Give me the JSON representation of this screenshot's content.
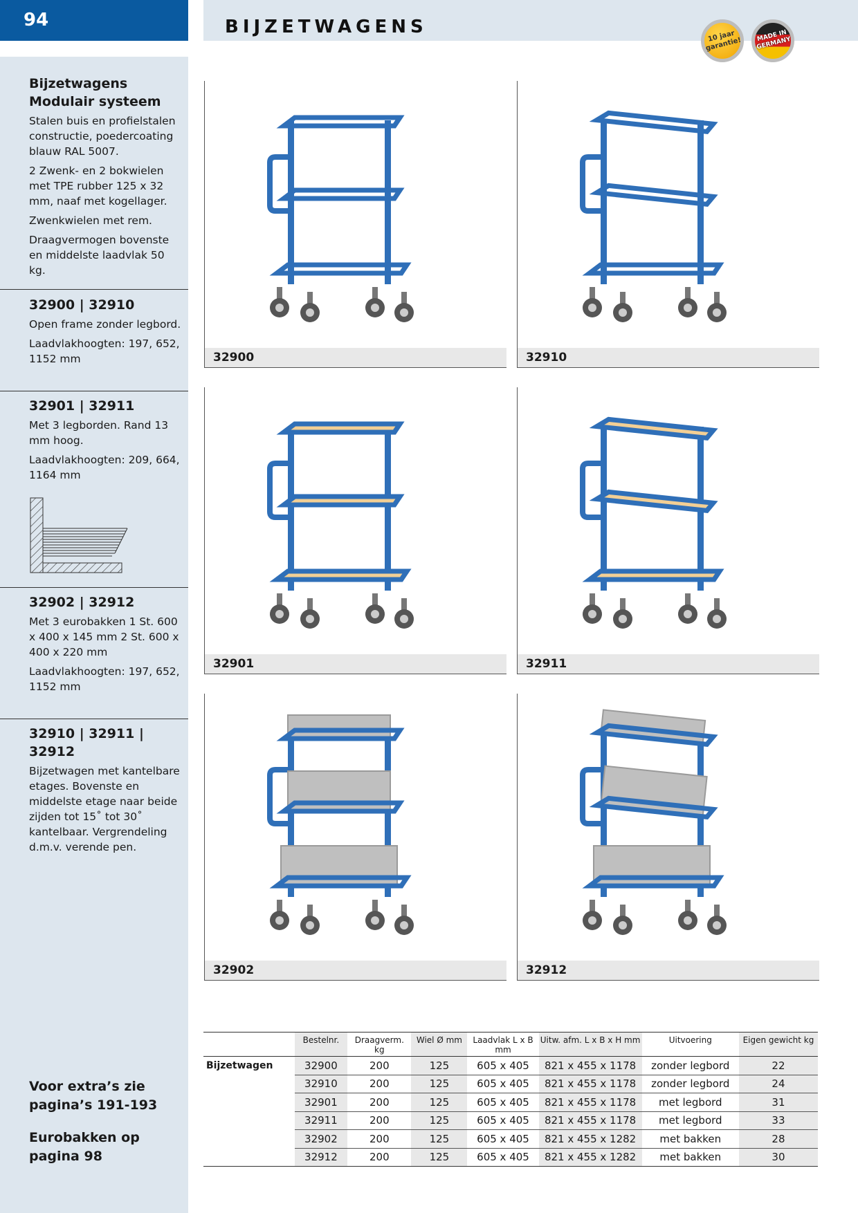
{
  "header": {
    "page_number": "94",
    "title": "BIJZETWAGENS",
    "badge_warranty": "10 jaar garantie!",
    "badge_made_in": "MADE IN GERMANY"
  },
  "sidebar": {
    "intro": {
      "heading": "Bijzetwagens Modulair systeem",
      "paragraphs": [
        "Stalen buis en profielstalen constructie, poedercoating blauw RAL 5007.",
        "2 Zwenk- en 2 bokwielen met TPE rubber 125 x 32 mm, naaf met kogellager.",
        "Zwenkwielen met rem.",
        "Draagvermogen bovenste en middelste laadvlak 50 kg."
      ]
    },
    "sections": [
      {
        "heading": "32900 | 32910",
        "paragraphs": [
          "Open frame zonder legbord.",
          "Laadvlakhoogten: 197, 652, 1152 mm"
        ]
      },
      {
        "heading": "32901 | 32911",
        "paragraphs": [
          "Met 3 legborden. Rand 13 mm hoog.",
          "Laadvlakhoogten: 209, 664, 1164 mm"
        ]
      },
      {
        "heading": "32902 | 32912",
        "paragraphs": [
          "Met 3 eurobakken 1 St. 600 x 400 x 145 mm 2 St. 600 x 400 x 220 mm",
          "Laadvlakhoogten: 197, 652, 1152 mm"
        ]
      },
      {
        "heading": "32910 | 32911 | 32912",
        "paragraphs": [
          "Bijzetwagen met kantelbare etages. Bovenste en middelste etage naar beide zijden tot 15˚ tot 30˚ kantelbaar. Vergrendeling d.m.v. verende pen."
        ]
      }
    ],
    "footer_extras": "Voor extra’s zie pagina’s 191-193",
    "footer_eurobakken": "Eurobakken op pagina 98"
  },
  "products": [
    {
      "code": "32900",
      "shelves": "frame",
      "tilt": false
    },
    {
      "code": "32910",
      "shelves": "frame",
      "tilt": true
    },
    {
      "code": "32901",
      "shelves": "board",
      "tilt": false
    },
    {
      "code": "32911",
      "shelves": "board",
      "tilt": true
    },
    {
      "code": "32902",
      "shelves": "bin",
      "tilt": false
    },
    {
      "code": "32912",
      "shelves": "bin",
      "tilt": true
    }
  ],
  "colors": {
    "brand_blue": "#0a5aa0",
    "cart_blue": "#2f6fb8",
    "panel_bg": "#dde6ee",
    "board_wood": "#f2cf95",
    "bin_grey": "#bfbfbf"
  },
  "table": {
    "row_label": "Bijzetwagen",
    "headers": [
      "Bestelnr.",
      "Draagverm. kg",
      "Wiel Ø mm",
      "Laadvlak L x B mm",
      "Uitw. afm. L x B x H mm",
      "Uitvoering",
      "Eigen gewicht kg"
    ],
    "rows": [
      [
        "32900",
        "200",
        "125",
        "605 x 405",
        "821 x 455 x 1178",
        "zonder legbord",
        "22"
      ],
      [
        "32910",
        "200",
        "125",
        "605 x 405",
        "821 x 455 x 1178",
        "zonder legbord",
        "24"
      ],
      [
        "32901",
        "200",
        "125",
        "605 x 405",
        "821 x 455 x 1178",
        "met legbord",
        "31"
      ],
      [
        "32911",
        "200",
        "125",
        "605 x 405",
        "821 x 455 x 1178",
        "met legbord",
        "33"
      ],
      [
        "32902",
        "200",
        "125",
        "605 x 405",
        "821 x 455 x 1282",
        "met bakken",
        "28"
      ],
      [
        "32912",
        "200",
        "125",
        "605 x 405",
        "821 x 455 x 1282",
        "met bakken",
        "30"
      ]
    ]
  }
}
